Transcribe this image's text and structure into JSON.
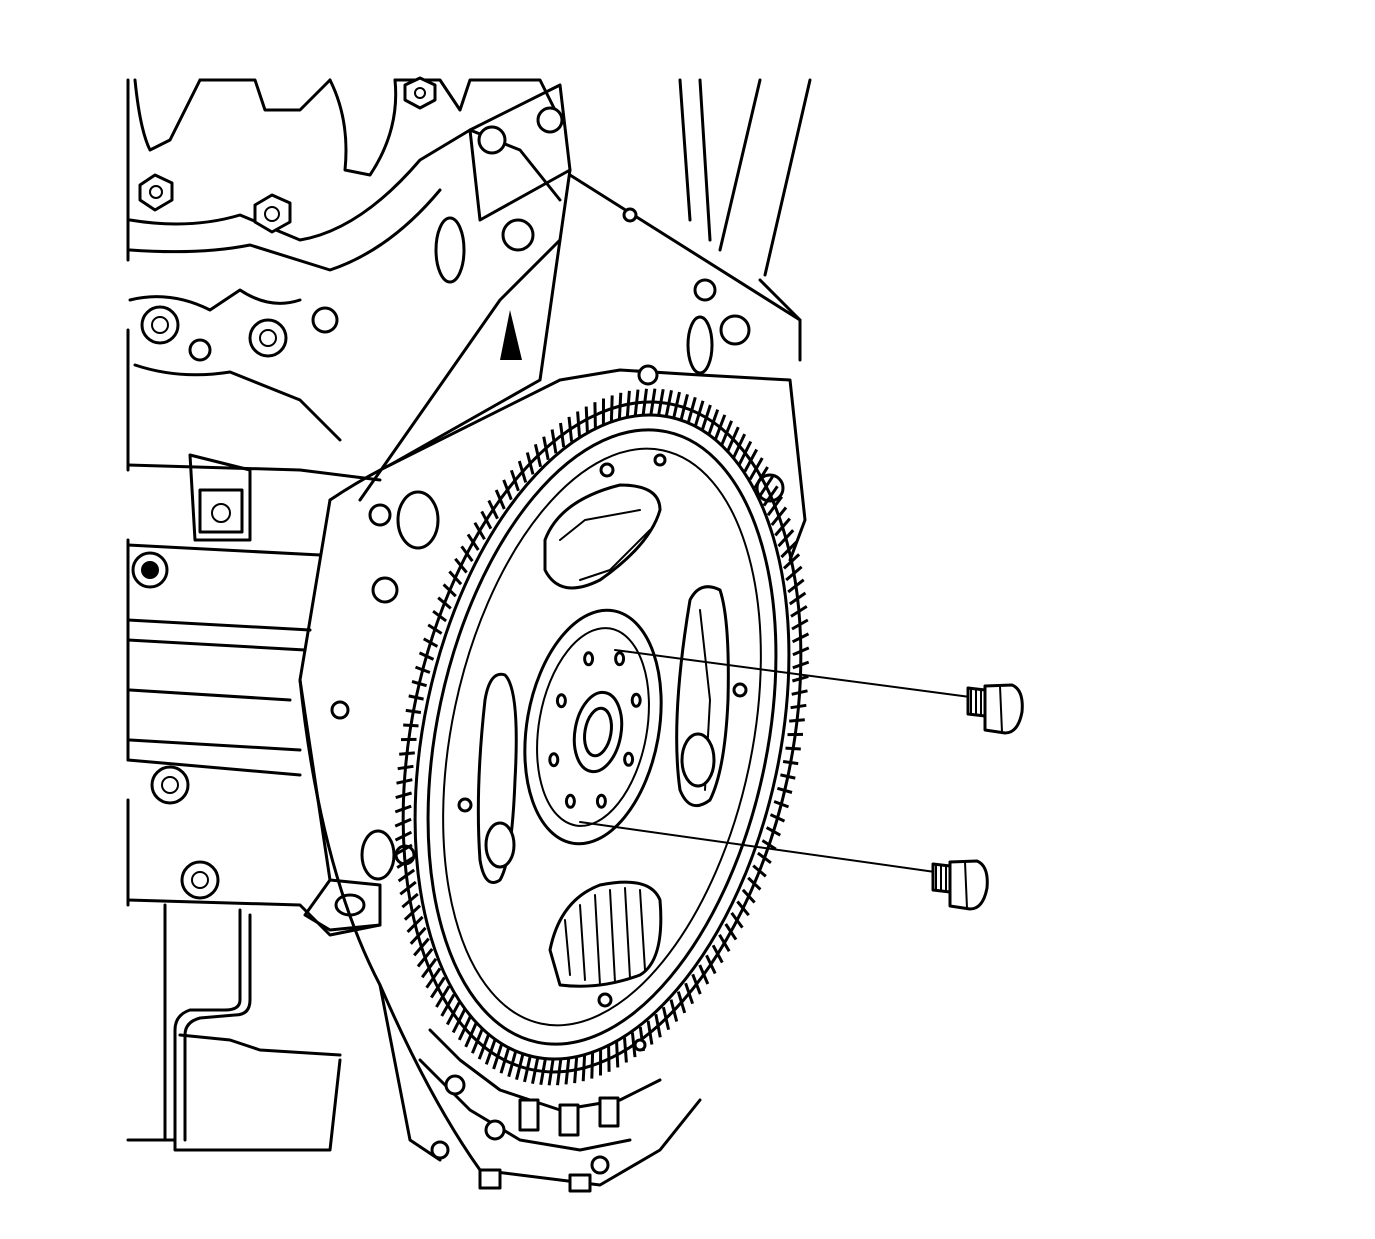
{
  "figure": {
    "colors": {
      "line": "#000000",
      "background": "#ffffff"
    },
    "components": [
      "engine-block",
      "engine-rear-plate",
      "flywheel",
      "ring-gear",
      "crankshaft-hub",
      "flywheel-bolt",
      "flywheel-bolt"
    ],
    "ring_gear": {
      "tooth_count": 150
    },
    "hub": {
      "bolt_holes": 8,
      "bolts_shown": 2
    }
  }
}
